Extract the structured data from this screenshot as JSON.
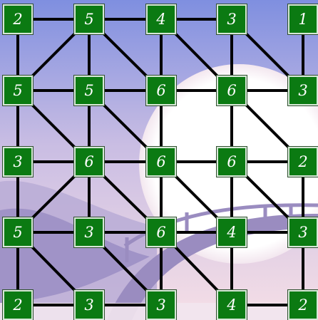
{
  "board": {
    "rows": [
      [
        "2",
        "5",
        "4",
        "3",
        "1"
      ],
      [
        "5",
        "5",
        "6",
        "6",
        "3"
      ],
      [
        "3",
        "6",
        "6",
        "6",
        "2"
      ],
      [
        "5",
        "3",
        "6",
        "4",
        "3"
      ],
      [
        "2",
        "3",
        "3",
        "4",
        "2"
      ]
    ],
    "links": [
      [
        0,
        0,
        0,
        1
      ],
      [
        0,
        1,
        0,
        2
      ],
      [
        0,
        2,
        0,
        3
      ],
      [
        1,
        0,
        1,
        1
      ],
      [
        1,
        1,
        1,
        2
      ],
      [
        1,
        2,
        1,
        3
      ],
      [
        1,
        3,
        1,
        4
      ],
      [
        2,
        0,
        2,
        1
      ],
      [
        2,
        1,
        2,
        2
      ],
      [
        2,
        2,
        2,
        3
      ],
      [
        2,
        3,
        2,
        4
      ],
      [
        3,
        0,
        3,
        1
      ],
      [
        3,
        1,
        3,
        2
      ],
      [
        3,
        2,
        3,
        3
      ],
      [
        3,
        3,
        3,
        4
      ],
      [
        4,
        0,
        4,
        1
      ],
      [
        4,
        1,
        4,
        2
      ],
      [
        4,
        3,
        4,
        4
      ],
      [
        0,
        0,
        1,
        0
      ],
      [
        0,
        1,
        1,
        1
      ],
      [
        0,
        2,
        1,
        2
      ],
      [
        0,
        3,
        1,
        3
      ],
      [
        0,
        4,
        1,
        4
      ],
      [
        1,
        0,
        2,
        0
      ],
      [
        1,
        1,
        2,
        1
      ],
      [
        1,
        2,
        2,
        2
      ],
      [
        1,
        3,
        2,
        3
      ],
      [
        2,
        0,
        3,
        0
      ],
      [
        2,
        1,
        3,
        1
      ],
      [
        2,
        2,
        3,
        2
      ],
      [
        2,
        3,
        3,
        3
      ],
      [
        2,
        4,
        3,
        4
      ],
      [
        3,
        0,
        4,
        0
      ],
      [
        3,
        2,
        4,
        2
      ],
      [
        3,
        3,
        4,
        3
      ],
      [
        3,
        4,
        4,
        4
      ],
      [
        0,
        1,
        1,
        0
      ],
      [
        0,
        1,
        1,
        2
      ],
      [
        0,
        2,
        1,
        3
      ],
      [
        0,
        3,
        1,
        4
      ],
      [
        1,
        0,
        2,
        1
      ],
      [
        1,
        1,
        2,
        2
      ],
      [
        1,
        3,
        2,
        4
      ],
      [
        2,
        1,
        3,
        0
      ],
      [
        2,
        1,
        3,
        2
      ],
      [
        2,
        2,
        3,
        3
      ],
      [
        2,
        3,
        3,
        4
      ],
      [
        3,
        0,
        4,
        1
      ],
      [
        3,
        1,
        4,
        2
      ],
      [
        3,
        2,
        4,
        3
      ]
    ]
  },
  "colors": {
    "tile": "#0b7a12",
    "tile_border": "#d8e8d8",
    "tile_text": "#ffffff",
    "link": "#000000",
    "sky_top": "#7f8fe0",
    "sky_bottom": "#f4d8e0",
    "moon": "#ffffff",
    "hills": "#a79ac8",
    "bridge": "#9a8cc0"
  }
}
